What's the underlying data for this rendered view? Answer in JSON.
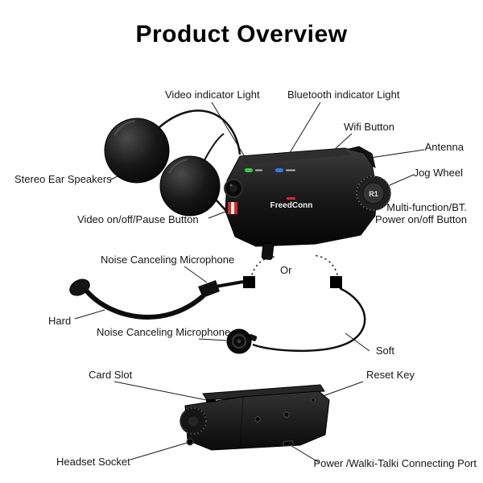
{
  "title": "Product Overview",
  "device": {
    "brand": "FreedConn",
    "jog_label": "R1"
  },
  "callouts": {
    "video_indicator": "Video indicator Light",
    "bluetooth_indicator": "Bluetooth indicator Light",
    "wifi_button": "Wifi Button",
    "antenna": "Antenna",
    "jog_wheel": "Jog Wheel",
    "stereo_speakers": "Stereo Ear Speakers",
    "multi_function_line1": "Multi-function/BT.",
    "multi_function_line2": "Power on/off Button",
    "video_button": "Video on/off/Pause Button",
    "mic_hard": "Noise Canceling Microphone",
    "or": "Or",
    "hard": "Hard",
    "mic_soft": "Noise Canceling Microphone",
    "soft": "Soft",
    "card_slot": "Card Slot",
    "reset_key": "Reset Key",
    "headset_socket": "Headset Socket",
    "power_port": "Power /Walki-Talki Connecting Port"
  },
  "colors": {
    "video_led": "#3fc24d",
    "bluetooth_led": "#2f7bdc",
    "accent_red": "#d42a2a",
    "line": "#1a1a1a",
    "text": "#161616",
    "background": "#ffffff"
  }
}
